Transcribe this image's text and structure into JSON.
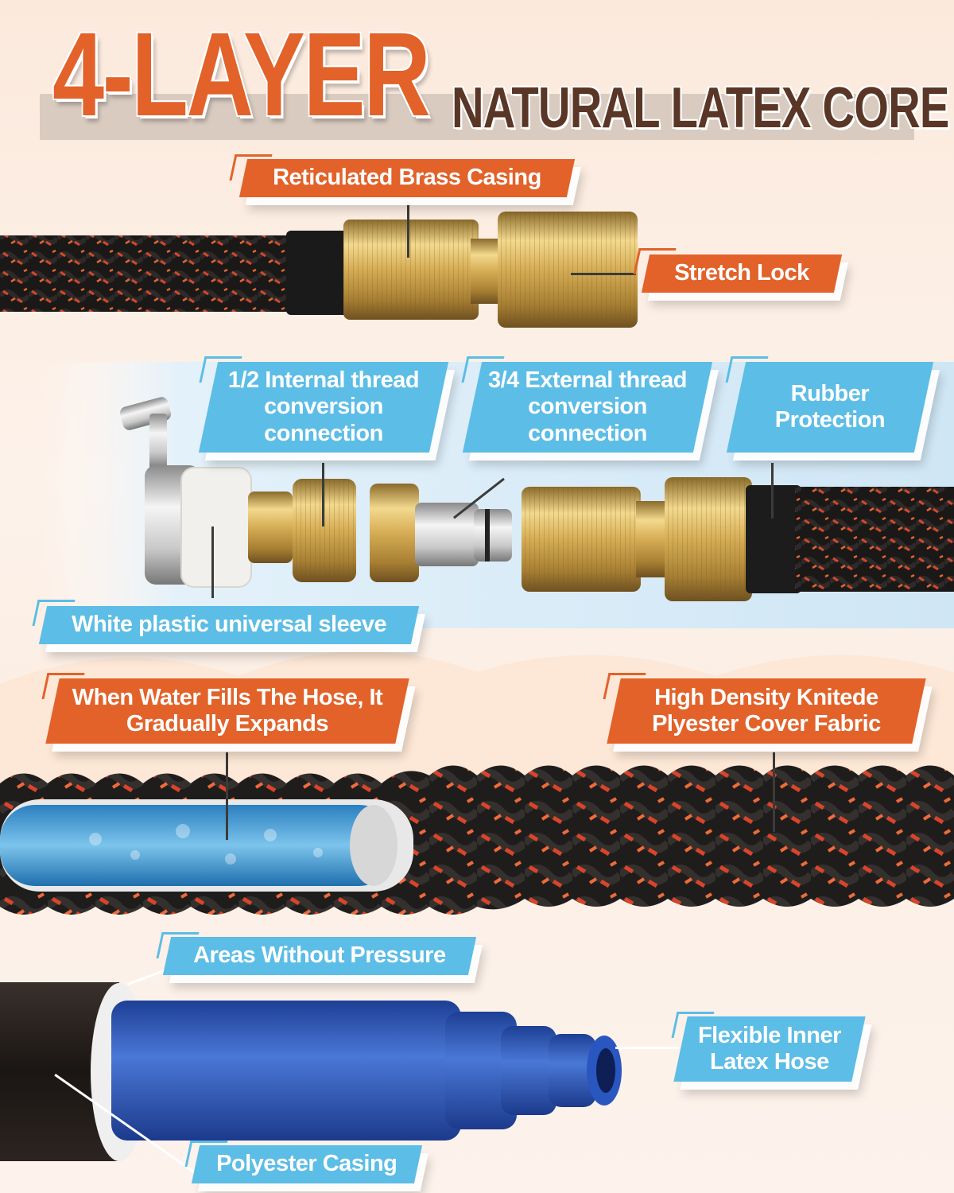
{
  "title": {
    "main": "4-LAYER",
    "sub": "NATURAL LATEX CORE"
  },
  "labels": {
    "brass_casing": "Reticulated Brass Casing",
    "stretch_lock": "Stretch Lock",
    "internal_thread": "1/2 Internal thread conversion connection",
    "external_thread": "3/4 External thread conversion connection",
    "rubber_protection": "Rubber Protection",
    "plastic_sleeve": "White plastic universal sleeve",
    "water_expands": "When Water Fills The Hose, It Gradually Expands",
    "cover_fabric": "High Density Knitede Plyester Cover Fabric",
    "no_pressure": "Areas Without Pressure",
    "inner_hose": "Flexible Inner Latex Hose",
    "polyester_casing": "Polyester Casing"
  },
  "colors": {
    "accent_orange": "#e2622a",
    "accent_blue": "#5cbde6",
    "title_brown": "#5a3626",
    "brass": "#d9b25a",
    "hose_black": "#1d1a19",
    "inner_blue": "#2f5fc4"
  }
}
